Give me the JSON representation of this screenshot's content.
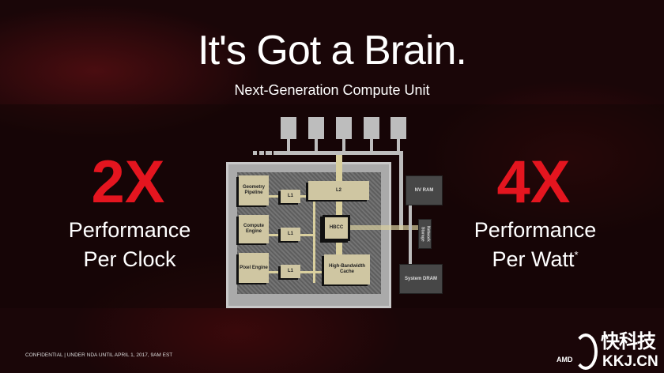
{
  "title": "It's Got a Brain.",
  "subtitle": "Next-Generation Compute Unit",
  "left": {
    "big": "2X",
    "line1": "Performance",
    "line2": "Per Clock"
  },
  "right": {
    "big": "4X",
    "line1": "Performance",
    "line2": "Per Watt",
    "mark": "*"
  },
  "diagram": {
    "geometry": "Geometry Pipeline",
    "compute": "Compute Engine",
    "pixel": "Pixel Engine",
    "l1": "L1",
    "l2": "L2",
    "hbcc": "HBCC",
    "hbc": "High-Bandwidth Cache",
    "nvram": "NV RAM",
    "network": "Network Storage",
    "dram": "System DRAM"
  },
  "footer": "CONFIDENTIAL | UNDER NDA UNTIL APRIL 1, 2017, 9AM EST",
  "logo": {
    "amd": "AMD",
    "cn": "快科技",
    "site": "KKJ.CN"
  },
  "colors": {
    "accent": "#e4151f",
    "block": "#cfc6a2"
  }
}
